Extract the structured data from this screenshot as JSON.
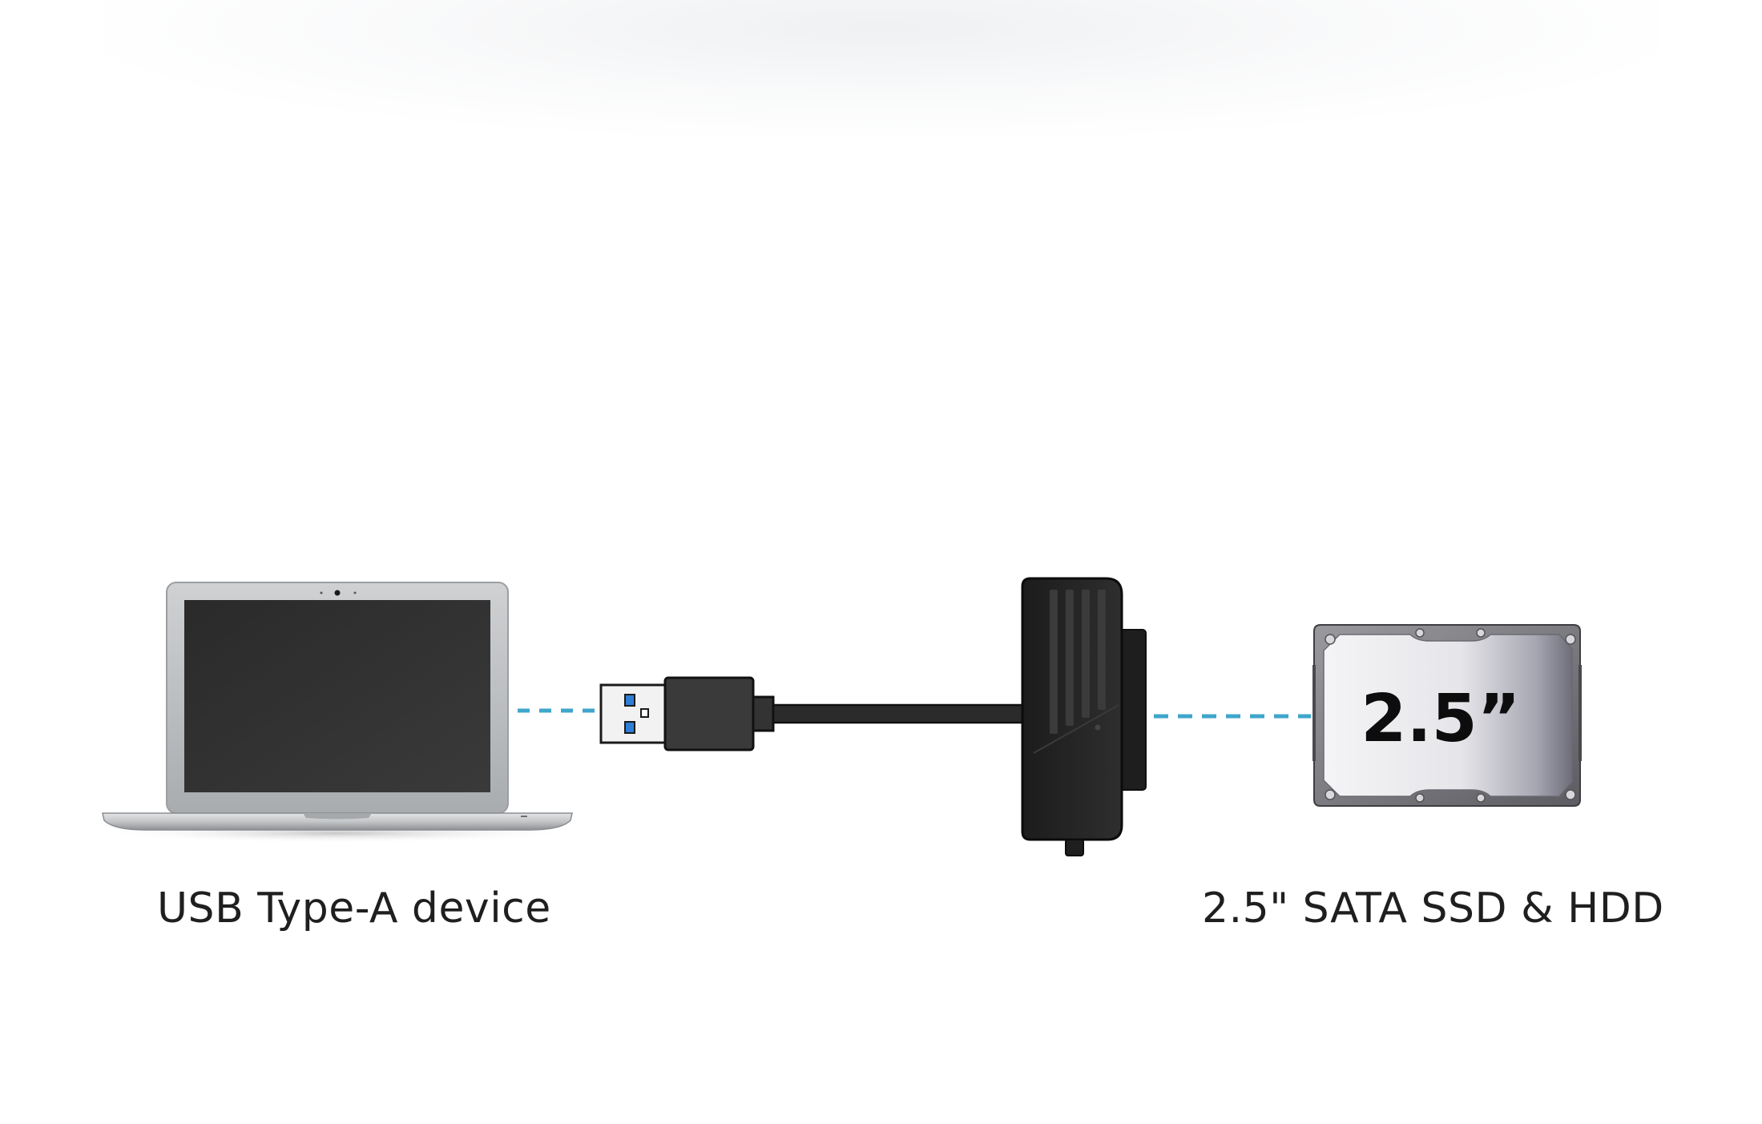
{
  "labels": {
    "host_device": "USB Type-A device",
    "target_drive": "2.5\" SATA SSD & HDD"
  },
  "drive": {
    "size_marking": "2.5”"
  },
  "icons": {
    "host": "laptop-icon",
    "plug": "usb-a-plug-icon",
    "adapter": "sata-adapter-icon",
    "drive": "hard-drive-icon"
  },
  "colors": {
    "connector_dash": "#3fa6cc",
    "text": "#1f1f1f",
    "device_body": "#262626"
  }
}
